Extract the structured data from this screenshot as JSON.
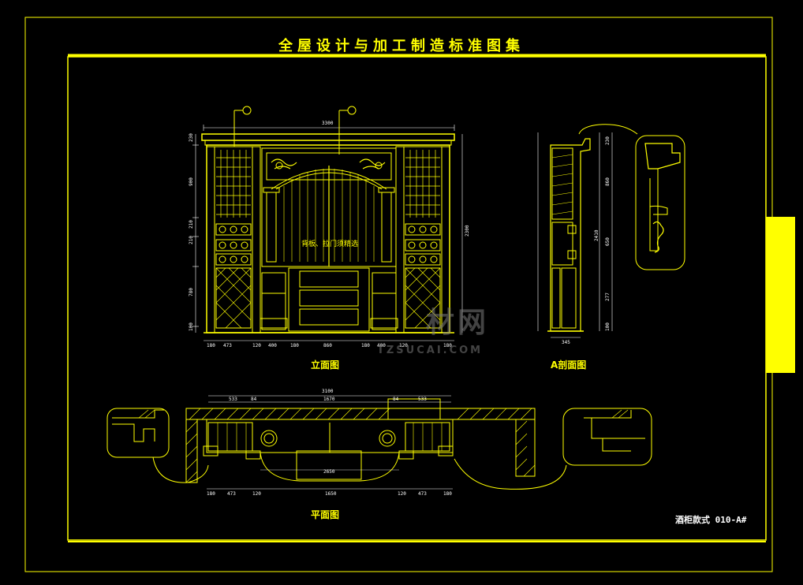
{
  "sheet": {
    "title": "全屋设计与加工制造标准图集",
    "code": "酒柜款式 010-A#"
  },
  "views": {
    "elevation_label": "立面图",
    "section_label": "A剖面图",
    "plan_label": "平面图",
    "center_note": "背板、拉门须精选"
  },
  "watermark": {
    "brand": "材网",
    "url": "TZSUCAI.COM"
  },
  "elevation_dims": {
    "top_total": "3300",
    "bottom": [
      "180",
      "473",
      "120",
      "400",
      "180",
      "860",
      "180",
      "400",
      "120",
      "180"
    ],
    "left": [
      "230",
      "900",
      "210",
      "210",
      "780",
      "100"
    ],
    "right_total": "2300"
  },
  "section_dims": {
    "width": "345",
    "heights": [
      "230",
      "860",
      "650",
      "277",
      "100"
    ],
    "total": "2410"
  },
  "plan_dims": {
    "top_total": "3100",
    "top": [
      "533",
      "84",
      "1670",
      "84",
      "533"
    ],
    "bottom": [
      "180",
      "473",
      "120",
      "1650",
      "120",
      "473",
      "180"
    ],
    "mid": "2650"
  },
  "colors": {
    "line": "#ffff00",
    "frame": "#ffff00",
    "tab": "#ffff00",
    "dimension": "#ffffff",
    "detail_dim": "#ff66cc",
    "background": "#000000"
  }
}
